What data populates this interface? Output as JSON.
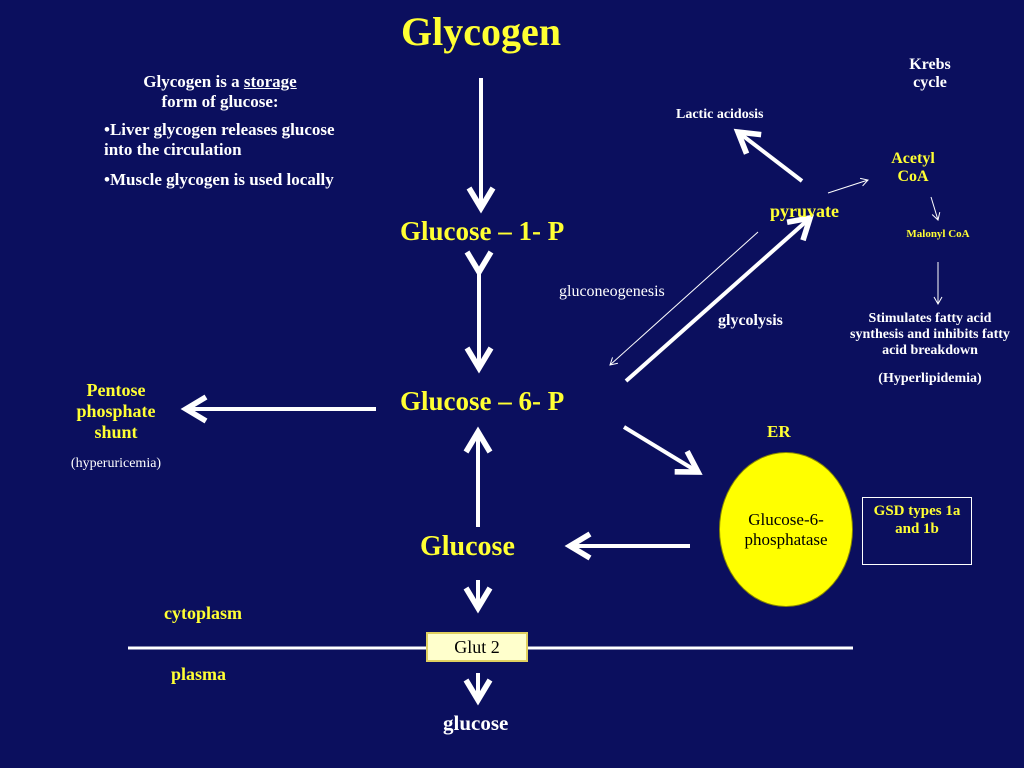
{
  "title": "Glycogen",
  "note": {
    "lead_prefix": "Glycogen is a ",
    "lead_underlined": "storage",
    "lead_suffix": "form of glucose:",
    "bullet1": "•Liver glycogen releases glucose into the circulation",
    "bullet2": "•Muscle glycogen is used locally"
  },
  "nodes": {
    "glucose_1p": "Glucose – 1- P",
    "glucose_6p": "Glucose – 6- P",
    "glucose": "Glucose",
    "glucose_out": "glucose",
    "pyruvate": "pyruvate",
    "acetyl_coa": "Acetyl CoA",
    "malonyl_coa": "Malonyl CoA",
    "krebs": "Krebs cycle",
    "lactic": "Lactic acidosis",
    "pentose": "Pentose phosphate shunt",
    "hyperuricemia": "(hyperuricemia)",
    "fatty": "Stimulates fatty acid synthesis and inhibits fatty acid breakdown",
    "hyperlipidemia": "(Hyperlipidemia)"
  },
  "labels": {
    "gluconeogenesis": "gluconeogenesis",
    "glycolysis": "glycolysis",
    "er": "ER",
    "enzyme": "Glucose-6-phosphatase",
    "gsd": "GSD types 1a and 1b",
    "cytoplasm": "cytoplasm",
    "plasma": "plasma",
    "glut2": "Glut 2"
  },
  "colors": {
    "background": "#0b0f5e",
    "highlight": "#ffff33",
    "text": "#ffffff",
    "enzyme_fill": "#ffff00"
  }
}
